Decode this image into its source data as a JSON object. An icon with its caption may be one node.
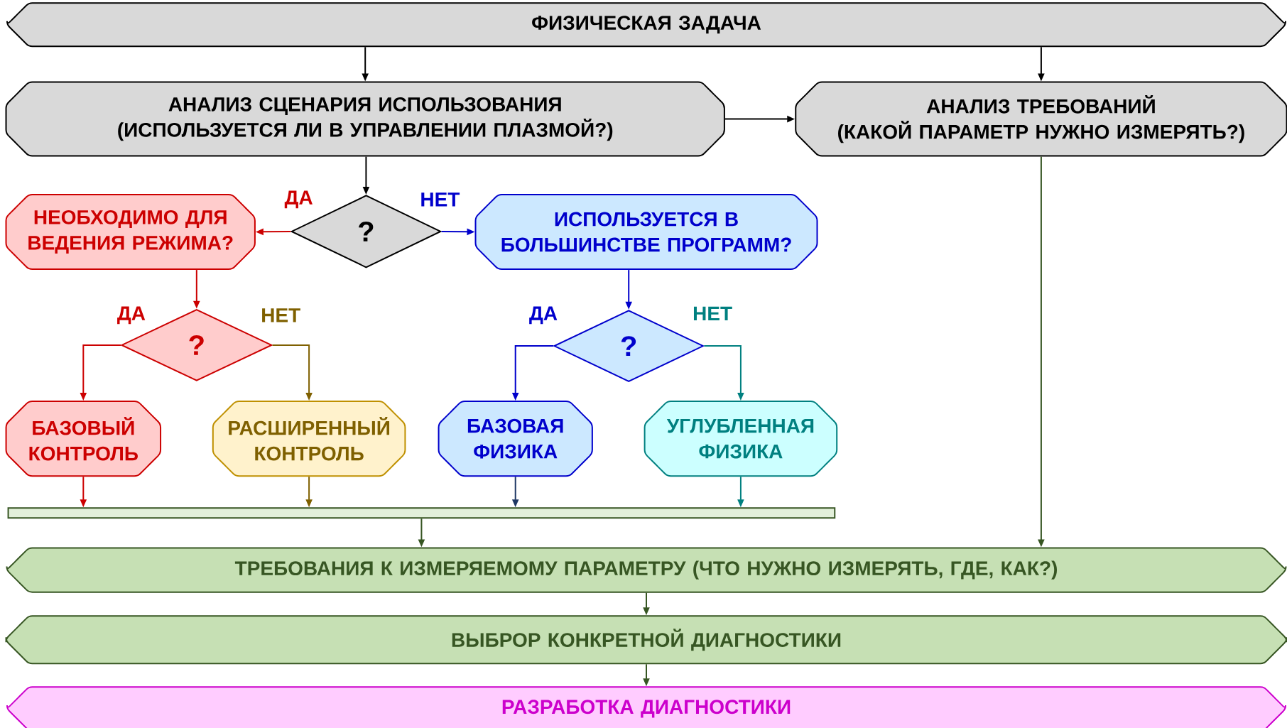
{
  "diagram": {
    "nodes": [
      {
        "text": [
          "ФИЗИЧЕСКАЯ ЗАДАЧА"
        ]
      },
      {
        "text": [
          "АНАЛИЗ СЦЕНАРИЯ ИСПОЛЬЗОВАНИЯ (ИСПОЛЬЗУЕТСЯ ЛИ В УПРАВЛЕНИИ ПЛАЗМОЙ?)"
        ]
      },
      {
        "text": [
          "АНАЛИЗ ТРЕБОВАНИЙ",
          "(КАКОЙ ПАРАМЕТР НУЖНО ИЗМЕРЯТЬ?)"
        ]
      },
      {
        "text": [
          "?"
        ]
      },
      {
        "text": [
          "НЕОБХОДИМО ДЛЯ ВЕДЕНИЯ РЕЖИМА?"
        ]
      },
      {
        "text": [
          "ИСПОЛЬЗУЕТСЯ В БОЛЬШИНСТВЕ ПРОГРАММ?"
        ]
      },
      {
        "text": [
          "?"
        ]
      },
      {
        "text": [
          "?"
        ]
      },
      {
        "text": [
          "БАЗОВЫЙ КОНТРОЛЬ"
        ]
      },
      {
        "text": [
          "РАСШИРЕННЫЙ КОНТРОЛЬ"
        ]
      },
      {
        "text": [
          "БАЗОВАЯ ФИЗИКА"
        ]
      },
      {
        "text": [
          "УГЛУБЛЕННАЯ ФИЗИКА"
        ]
      },
      {
        "text": [],
        "shape": "bar"
      },
      {
        "text": [
          "ТРЕБОВАНИЯ К ИЗМЕРЯЕМОМУ ПАРАМЕТРУ (ЧТО НУЖНО ИЗМЕРЯТЬ, ГДЕ, КАК?)"
        ]
      },
      {
        "text": [
          "ВЫБРОР КОНКРЕТНОЙ ДИАГНОСТИКИ"
        ]
      },
      {
        "text": [
          "РАЗРАБОТКА ДИАГНОСТИКИ"
        ]
      }
    ],
    "edges": [
      {
        "from": 0,
        "to": 1,
        "arrow": "to"
      },
      {
        "from": 0,
        "to": 2,
        "arrow": "to"
      },
      {
        "from": 1,
        "to": 2,
        "arrow": "to"
      },
      {
        "from": 1,
        "to": 3,
        "arrow": "to"
      },
      {
        "from": 3,
        "to": 4,
        "arrow": "to",
        "label": "ДА",
        "color": "#cc0000"
      },
      {
        "from": 3,
        "to": 5,
        "arrow": "to",
        "label": "НЕТ",
        "color": "#0000cc"
      },
      {
        "from": 4,
        "to": 6,
        "arrow": "to",
        "color": "#cc0000"
      },
      {
        "from": 6,
        "to": 8,
        "arrow": "to",
        "label": "ДА",
        "color": "#cc0000"
      },
      {
        "from": 6,
        "to": 9,
        "arrow": "to",
        "label": "НЕТ",
        "color": "#7f6000"
      },
      {
        "from": 5,
        "to": 7,
        "arrow": "to",
        "color": "#0000cc"
      },
      {
        "from": 7,
        "to": 10,
        "arrow": "to",
        "label": "ДА",
        "color": "#0000cc"
      },
      {
        "from": 7,
        "to": 11,
        "arrow": "to",
        "label": "НЕТ",
        "color": "#008080"
      },
      {
        "from": 8,
        "to": 12,
        "arrow": "to",
        "color": "#cc0000"
      },
      {
        "from": 9,
        "to": 12,
        "arrow": "to",
        "color": "#7f6000"
      },
      {
        "from": 10,
        "to": 12,
        "arrow": "to",
        "color": "#1f3864"
      },
      {
        "from": 11,
        "to": 12,
        "arrow": "to",
        "color": "#008080"
      },
      {
        "from": 12,
        "to": 13,
        "arrow": "to",
        "color": "#375623"
      },
      {
        "from": 2,
        "to": 13,
        "arrow": "to",
        "color": "#375623"
      },
      {
        "from": 13,
        "to": 14,
        "arrow": "to",
        "color": "#375623"
      },
      {
        "from": 14,
        "to": 15,
        "arrow": "to",
        "color": "#375623"
      }
    ]
  }
}
